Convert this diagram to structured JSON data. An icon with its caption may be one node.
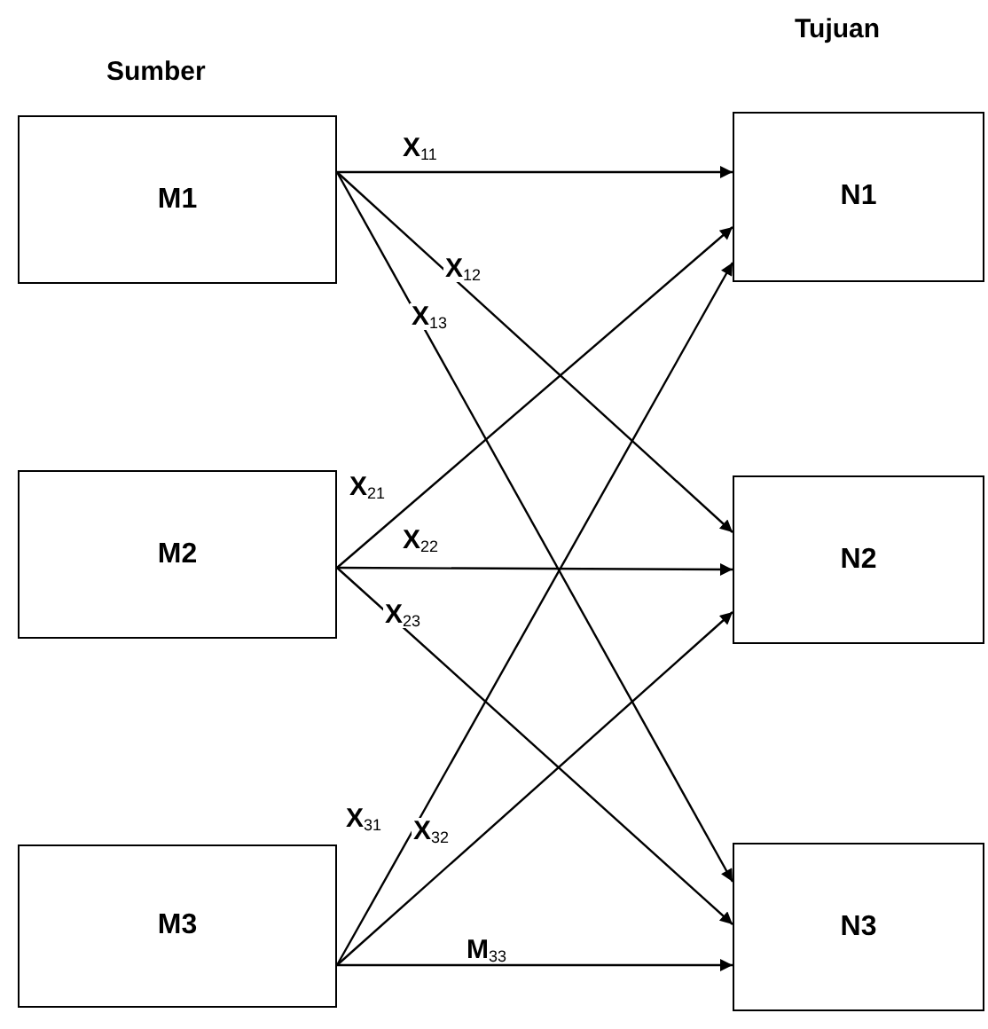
{
  "diagram": {
    "nodes": [
      {
        "text": [
          "M1"
        ]
      },
      {
        "text": [
          "M2"
        ]
      },
      {
        "text": [
          "M3"
        ]
      },
      {
        "text": [
          "N1"
        ]
      },
      {
        "text": [
          "N2"
        ]
      },
      {
        "text": [
          "N3"
        ]
      }
    ],
    "edges": [
      {
        "from": 0,
        "to": 3,
        "arrow": "to",
        "label": "X$_{11}$"
      },
      {
        "from": 0,
        "to": 4,
        "arrow": "to",
        "label": "X$_{12}$"
      },
      {
        "from": 0,
        "to": 5,
        "arrow": "to",
        "label": "X$_{13}$"
      },
      {
        "from": 1,
        "to": 3,
        "arrow": "to",
        "label": "X$_{21}$"
      },
      {
        "from": 1,
        "to": 4,
        "arrow": "to",
        "label": "X$_{22}$"
      },
      {
        "from": 1,
        "to": 5,
        "arrow": "to",
        "label": "X$_{23}$"
      },
      {
        "from": 2,
        "to": 3,
        "arrow": "to",
        "label": "X$_{31}$"
      },
      {
        "from": 2,
        "to": 4,
        "arrow": "to",
        "label": "X$_{32}$"
      },
      {
        "from": 2,
        "to": 5,
        "arrow": "to",
        "label": "M$_{33}$"
      }
    ],
    "labels": [
      "Sumber",
      "Tujuan"
    ]
  }
}
